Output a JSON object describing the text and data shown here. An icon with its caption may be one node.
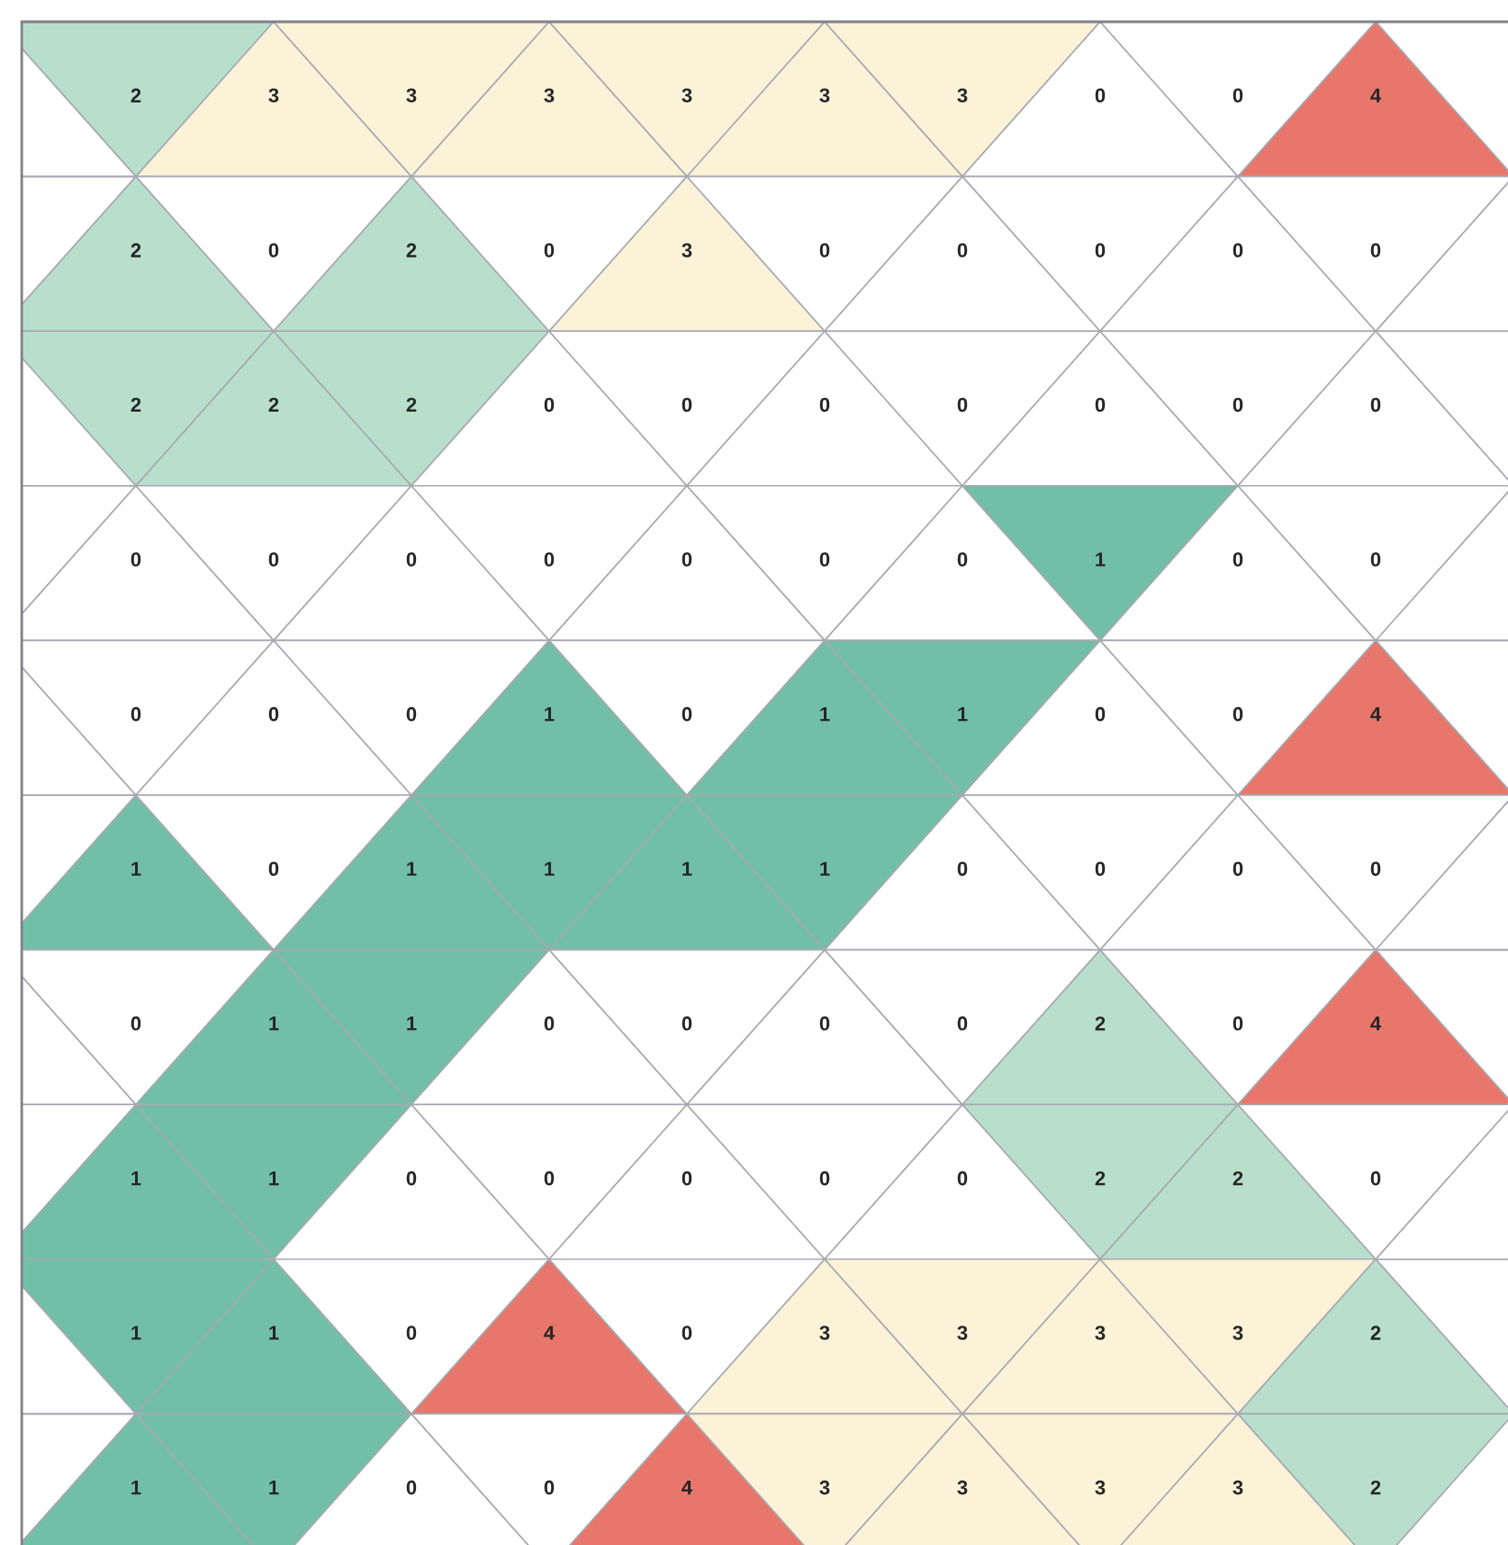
{
  "diagram": {
    "nodes": [
      {
        "text": [
          "2"
        ]
      },
      {
        "text": [
          "3"
        ]
      },
      {
        "text": [
          "3"
        ]
      },
      {
        "text": [
          "3"
        ]
      },
      {
        "text": [
          "3"
        ]
      },
      {
        "text": [
          "3"
        ]
      },
      {
        "text": [
          "3"
        ]
      },
      {
        "text": [
          "0"
        ]
      },
      {
        "text": [
          "0"
        ]
      },
      {
        "text": [
          "4"
        ]
      },
      {
        "text": [
          "2"
        ]
      },
      {
        "text": [
          "0"
        ]
      },
      {
        "text": [
          "2"
        ]
      },
      {
        "text": [
          "0"
        ]
      },
      {
        "text": [
          "3"
        ]
      },
      {
        "text": [
          "0"
        ]
      },
      {
        "text": [
          "0"
        ]
      },
      {
        "text": [
          "0"
        ]
      },
      {
        "text": [
          "0"
        ]
      },
      {
        "text": [
          "0"
        ]
      },
      {
        "text": [
          "2"
        ]
      },
      {
        "text": [
          "2"
        ]
      },
      {
        "text": [
          "2"
        ]
      },
      {
        "text": [
          "0"
        ]
      },
      {
        "text": [
          "0"
        ]
      },
      {
        "text": [
          "0"
        ]
      },
      {
        "text": [
          "0"
        ]
      },
      {
        "text": [
          "0"
        ]
      },
      {
        "text": [
          "0"
        ]
      },
      {
        "text": [
          "0"
        ]
      },
      {
        "text": [
          "0"
        ]
      },
      {
        "text": [
          "0"
        ]
      },
      {
        "text": [
          "0"
        ]
      },
      {
        "text": [
          "0"
        ]
      },
      {
        "text": [
          "0"
        ]
      },
      {
        "text": [
          "0"
        ]
      },
      {
        "text": [
          "0"
        ]
      },
      {
        "text": [
          "1"
        ]
      },
      {
        "text": [
          "0"
        ]
      },
      {
        "text": [
          "0"
        ]
      },
      {
        "text": [
          "0"
        ]
      },
      {
        "text": [
          "0"
        ]
      },
      {
        "text": [
          "0"
        ]
      },
      {
        "text": [
          "1"
        ]
      },
      {
        "text": [
          "0"
        ]
      },
      {
        "text": [
          "1"
        ]
      },
      {
        "text": [
          "1"
        ]
      },
      {
        "text": [
          "0"
        ]
      },
      {
        "text": [
          "0"
        ]
      },
      {
        "text": [
          "4"
        ]
      },
      {
        "text": [
          "1"
        ]
      },
      {
        "text": [
          "0"
        ]
      },
      {
        "text": [
          "1"
        ]
      },
      {
        "text": [
          "1"
        ]
      },
      {
        "text": [
          "1"
        ]
      },
      {
        "text": [
          "1"
        ]
      },
      {
        "text": [
          "0"
        ]
      },
      {
        "text": [
          "0"
        ]
      },
      {
        "text": [
          "0"
        ]
      },
      {
        "text": [
          "0"
        ]
      },
      {
        "text": [
          "0"
        ]
      },
      {
        "text": [
          "1"
        ]
      },
      {
        "text": [
          "1"
        ]
      },
      {
        "text": [
          "0"
        ]
      },
      {
        "text": [
          "0"
        ]
      },
      {
        "text": [
          "0"
        ]
      },
      {
        "text": [
          "0"
        ]
      },
      {
        "text": [
          "2"
        ]
      },
      {
        "text": [
          "0"
        ]
      },
      {
        "text": [
          "4"
        ]
      },
      {
        "text": [
          "1"
        ]
      },
      {
        "text": [
          "1"
        ]
      },
      {
        "text": [
          "0"
        ]
      },
      {
        "text": [
          "0"
        ]
      },
      {
        "text": [
          "0"
        ]
      },
      {
        "text": [
          "0"
        ]
      },
      {
        "text": [
          "0"
        ]
      },
      {
        "text": [
          "2"
        ]
      },
      {
        "text": [
          "2"
        ]
      },
      {
        "text": [
          "0"
        ]
      },
      {
        "text": [
          "1"
        ]
      },
      {
        "text": [
          "1"
        ]
      },
      {
        "text": [
          "0"
        ]
      },
      {
        "text": [
          "4"
        ]
      },
      {
        "text": [
          "0"
        ]
      },
      {
        "text": [
          "3"
        ]
      },
      {
        "text": [
          "3"
        ]
      },
      {
        "text": [
          "3"
        ]
      },
      {
        "text": [
          "3"
        ]
      },
      {
        "text": [
          "2"
        ]
      },
      {
        "text": [
          "1"
        ]
      },
      {
        "text": [
          "1"
        ]
      },
      {
        "text": [
          "0"
        ]
      },
      {
        "text": [
          "0"
        ]
      },
      {
        "text": [
          "4"
        ]
      },
      {
        "text": [
          "3"
        ]
      },
      {
        "text": [
          "3"
        ]
      },
      {
        "text": [
          "3"
        ]
      },
      {
        "text": [
          "3"
        ]
      },
      {
        "text": [
          "2"
        ]
      }
    ]
  }
}
